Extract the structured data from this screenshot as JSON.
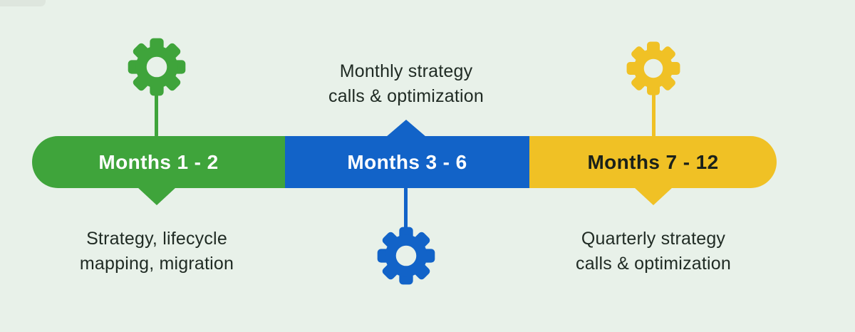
{
  "page": {
    "background_color": "#E8F1E9",
    "corner_tab_color": "#DEE6DE",
    "annotation_text_color": "#202B24"
  },
  "timeline": {
    "segments": [
      {
        "label": "Months 1 - 2",
        "color": "#3FA43B",
        "label_color": "#FFFFFF",
        "pointer": "down"
      },
      {
        "label": "Months 3 - 6",
        "color": "#1263C8",
        "label_color": "#FFFFFF",
        "pointer": "up"
      },
      {
        "label": "Months 7 - 12",
        "color": "#F0C125",
        "label_color": "#1A211A",
        "pointer": "down"
      }
    ]
  },
  "milestone_icons": [
    {
      "name": "gear-icon",
      "color": "#3FA43B",
      "position": "above-segment-1"
    },
    {
      "name": "gear-icon",
      "color": "#1263C8",
      "position": "below-segment-2"
    },
    {
      "name": "gear-icon",
      "color": "#F0C125",
      "position": "above-segment-3"
    }
  ],
  "annotations": [
    {
      "position": "above-segment-2",
      "lines": [
        "Monthly strategy",
        "calls & optimization"
      ]
    },
    {
      "position": "below-segment-1",
      "lines": [
        "Strategy, lifecycle",
        "mapping, migration"
      ]
    },
    {
      "position": "below-segment-3",
      "lines": [
        "Quarterly strategy",
        "calls & optimization"
      ]
    }
  ]
}
